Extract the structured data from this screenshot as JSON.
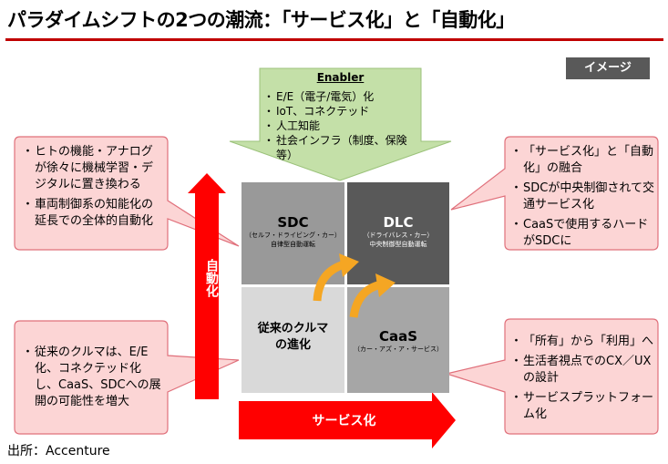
{
  "title": "パラダイムシフトの2つの潮流：「サービス化」と「自動化」",
  "image_tag": "イメージ",
  "source": "出所：Accenture",
  "enabler": {
    "heading": "Enabler",
    "items": [
      "E/E（電子/電気）化",
      "IoT、コネクテッド",
      "人工知能",
      "社会インフラ（制度、保険等）"
    ]
  },
  "quadrants": {
    "sdc": {
      "title": "SDC",
      "sub1": "（セルフ・ドライビング・カー）",
      "sub2": "自律型自動運転"
    },
    "dlc": {
      "title": "DLC",
      "sub1": "（ドライバレス・カー）",
      "sub2": "中央制御型自動運転"
    },
    "legacy": {
      "title1": "従来のクルマ",
      "title2": "の進化"
    },
    "caas": {
      "title": "CaaS",
      "sub1": "（カー・アズ・ア・サービス）"
    }
  },
  "axes": {
    "vertical": "自動化",
    "horizontal": "サービス化"
  },
  "callouts": {
    "top_left": [
      "ヒトの機能・アナログが徐々に機械学習・デジタルに置き換わる",
      "車両制御系の知能化の延長での全体的自動化"
    ],
    "bottom_left": [
      "従来のクルマは、E/E化、コネクテッド化し、CaaS、SDCへの展開の可能性を増大"
    ],
    "top_right": [
      "「サービス化」と「自動化」の融合",
      "SDCが中央制御されて交通サービス化",
      "CaaSで使用するハードがSDCに"
    ],
    "bottom_right": [
      "「所有」から「利用」へ",
      "生活者視点でのCX／UXの設計",
      "サービスプラットフォーム化"
    ]
  },
  "colors": {
    "accent_red": "#ff0000",
    "title_rule": "#c00000",
    "callout_fill": "#fcd5d5",
    "callout_border": "#e0707b",
    "enabler_fill": "#c4e0a8",
    "quad_sdc": "#999999",
    "quad_dlc": "#595959",
    "quad_legacy": "#d9d9d9",
    "quad_caas": "#a6a6a6",
    "arrow_orange": "#f5a623"
  }
}
